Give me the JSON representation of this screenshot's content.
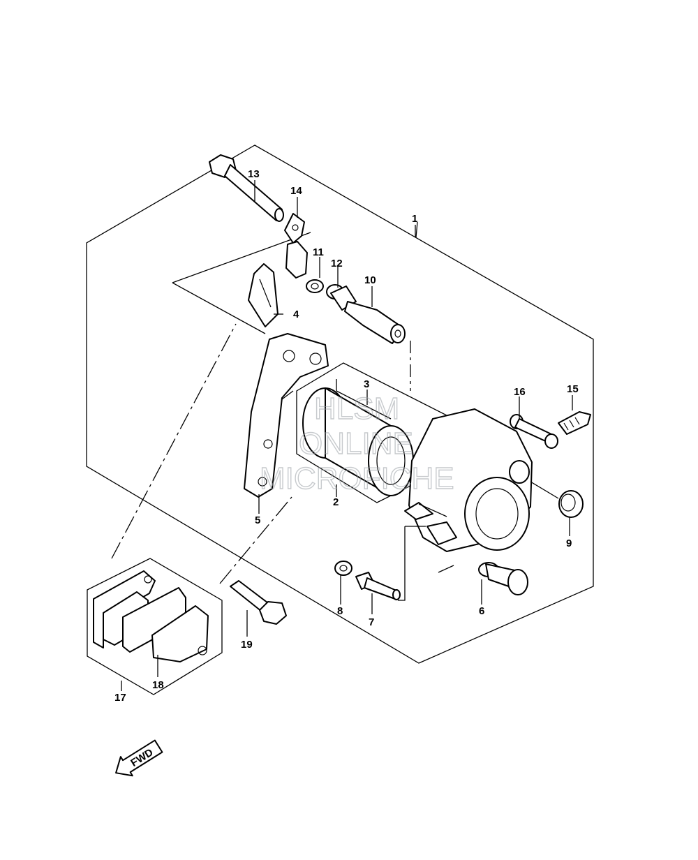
{
  "callouts": [
    "1",
    "2",
    "3",
    "4",
    "5",
    "6",
    "7",
    "8",
    "9",
    "10",
    "11",
    "12",
    "13",
    "14",
    "15",
    "16",
    "17",
    "18",
    "19"
  ],
  "watermark": [
    "HLSM",
    "ONLINE",
    "MICROFICHE"
  ],
  "fwd_label": "FWD"
}
